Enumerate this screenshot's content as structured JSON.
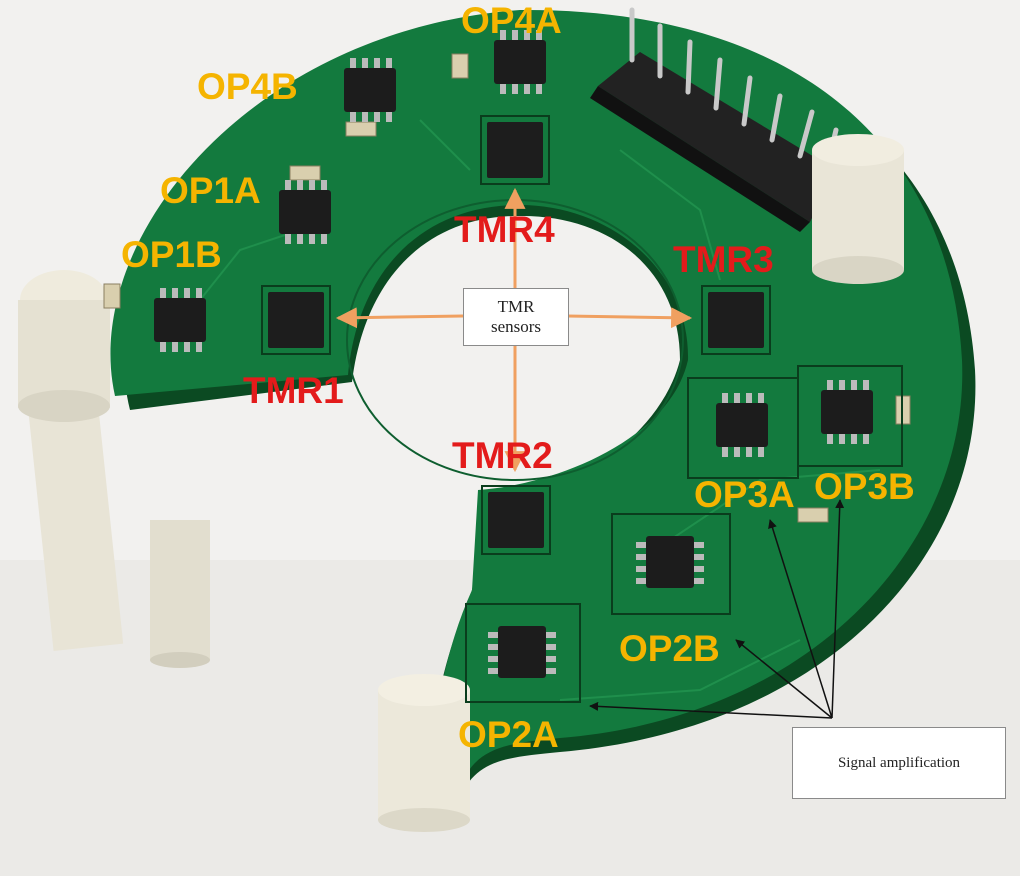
{
  "labels": {
    "op4a": "OP4A",
    "op4b": "OP4B",
    "op1a": "OP1A",
    "op1b": "OP1B",
    "tmr4": "TMR4",
    "tmr3": "TMR3",
    "tmr1": "TMR1",
    "tmr2": "TMR2",
    "op3a": "OP3A",
    "op3b": "OP3B",
    "op2b": "OP2B",
    "op2a": "OP2A"
  },
  "callouts": {
    "tmr_sensors_line1": "TMR",
    "tmr_sensors_line2": "sensors",
    "signal_amplification": "Signal amplification"
  },
  "colors": {
    "background": "#f2f1ef",
    "pcb": "#137a3e",
    "op_label": "#f5b400",
    "tmr_label": "#e31b1b",
    "arrow": "#f0a060"
  }
}
